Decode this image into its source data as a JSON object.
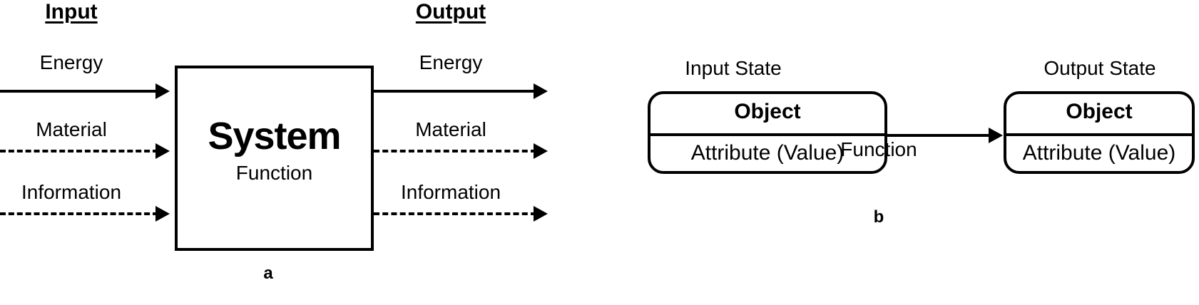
{
  "figure": {
    "panel_a": {
      "caption": "a",
      "headers": {
        "input": "Input",
        "output": "Output"
      },
      "system": {
        "title": "System",
        "subtitle": "Function"
      },
      "flows": [
        {
          "name": "Energy",
          "input_label": "Energy",
          "output_label": "Energy",
          "line_style": "solid"
        },
        {
          "name": "Material",
          "input_label": "Material",
          "output_label": "Material",
          "line_style": "dotted"
        },
        {
          "name": "Information",
          "input_label": "Information",
          "output_label": "Information",
          "line_style": "dashed"
        }
      ]
    },
    "panel_b": {
      "caption": "b",
      "input_state": {
        "title": "Input State",
        "object": "Object",
        "attribute": "Attribute (Value)"
      },
      "output_state": {
        "title": "Output State",
        "object": "Object",
        "attribute": "Attribute (Value)"
      },
      "transition": {
        "label": "Function",
        "icon": "arrow-right-icon"
      }
    }
  },
  "colors": {
    "stroke": "#000000",
    "background": "#ffffff"
  }
}
